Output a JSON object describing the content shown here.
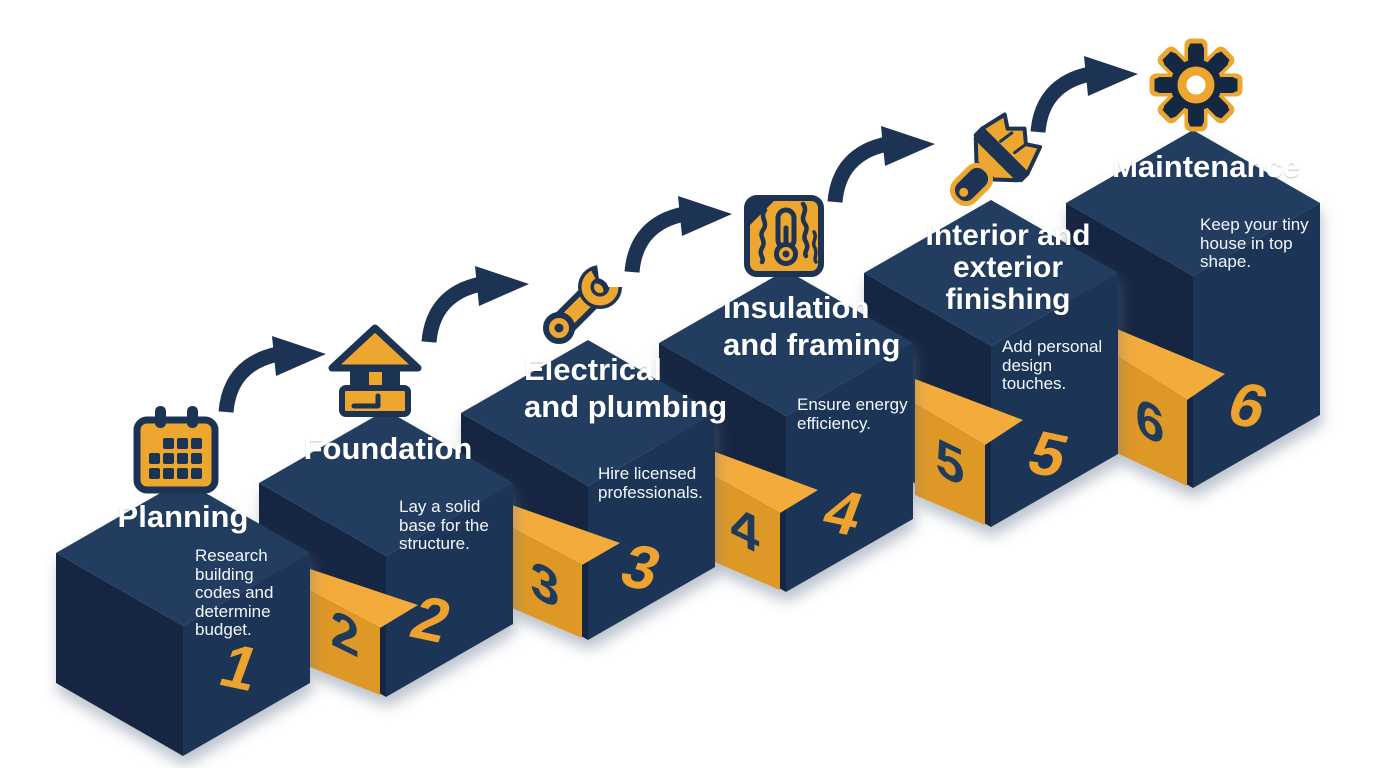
{
  "infographic": {
    "theme": "Tiny house build steps staircase",
    "background": "#ffffff",
    "colors": {
      "navy_top": "#223e60",
      "navy_left": "#142842",
      "navy_right": "#1d3456",
      "navy_ink": "#1c3353",
      "gold": "#eda62f",
      "gold_bright": "#f3ab3a",
      "gold_shade": "#dd9826",
      "number_gold": "#efa32f",
      "number_navy": "#1e3a5c",
      "text": "#ffffff"
    },
    "steps": [
      {
        "number": "1",
        "title": "Planning",
        "description": "Research\nbuilding\ncodes and\ndetermine\nbudget.",
        "icon": "calendar-icon"
      },
      {
        "number": "2",
        "title": "Foundation",
        "description": "Lay a solid\nbase for the\nstructure.",
        "icon": "house-icon"
      },
      {
        "number": "3",
        "title": "Electrical\nand plumbing",
        "description": "Hire licensed\nprofessionals.",
        "icon": "wrench-icon"
      },
      {
        "number": "4",
        "title": "Insulation\nand framing",
        "description": "Ensure energy\nefficiency.",
        "icon": "insulation-icon"
      },
      {
        "number": "5",
        "title": "Interior and\nexterior\nfinishing",
        "description": "Add personal\ndesign\ntouches.",
        "icon": "paintbrush-icon"
      },
      {
        "number": "6",
        "title": "Maintenance",
        "description": "Keep your tiny\nhouse in top\nshape.",
        "icon": "gear-icon"
      }
    ]
  }
}
